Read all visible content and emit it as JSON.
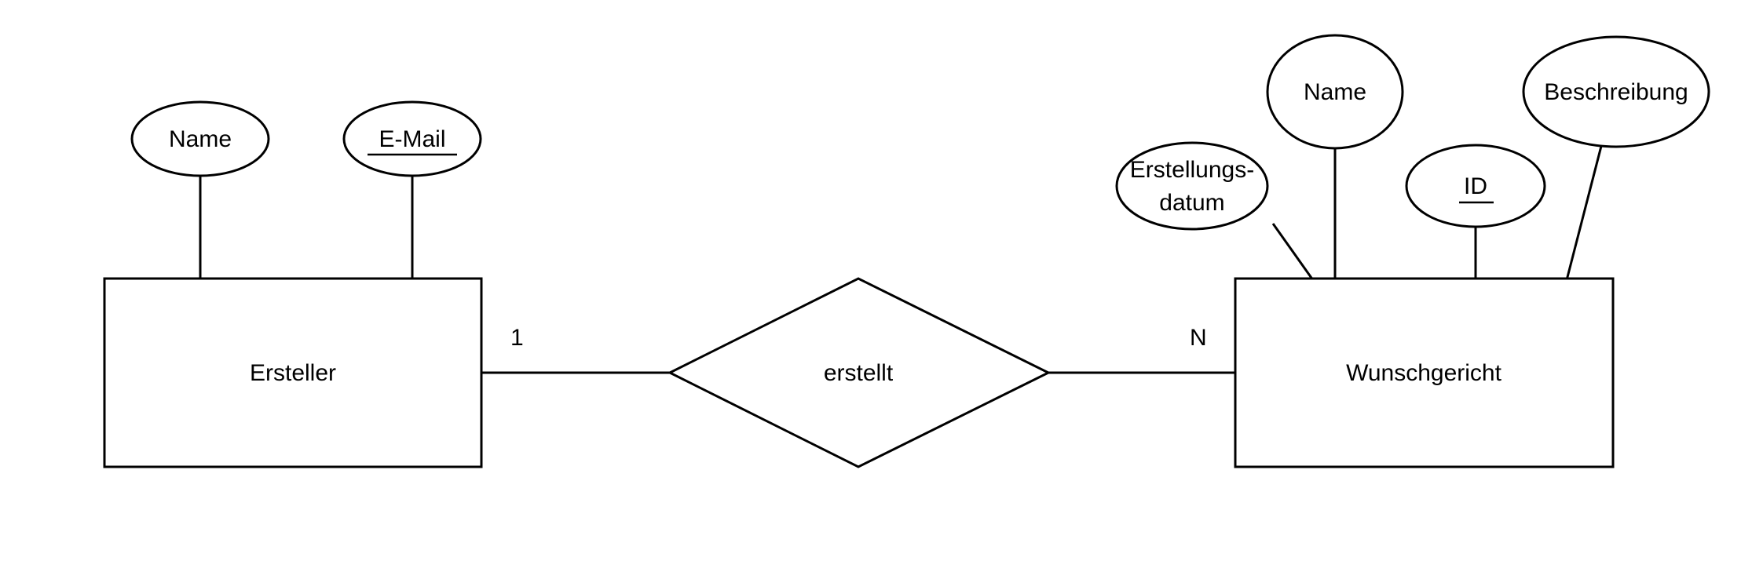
{
  "diagram": {
    "title": "ER-Diagramm Ersteller / Wunschgericht",
    "notation": "Chen",
    "background_color": "#ffffff",
    "line_color": "#000000"
  },
  "entities": [
    {
      "id": "ersteller",
      "label": "Ersteller"
    },
    {
      "id": "wunschgericht",
      "label": "Wunschgericht"
    }
  ],
  "relationships": [
    {
      "id": "erstellt",
      "label": "erstellt",
      "from": "Ersteller",
      "to": "Wunschgericht",
      "cardinality_left": "1",
      "cardinality_right": "N"
    }
  ],
  "attributes": [
    {
      "id": "ersteller-name",
      "label": "Name",
      "owner": "Ersteller",
      "is_key": false
    },
    {
      "id": "ersteller-email",
      "label": "E-Mail",
      "owner": "Ersteller",
      "is_key": true
    },
    {
      "id": "wg-erstellungsdatum",
      "label": "Erstellungs-datum",
      "line1": "Erstellungs-",
      "line2": "datum",
      "owner": "Wunschgericht",
      "is_key": false
    },
    {
      "id": "wg-name",
      "label": "Name",
      "owner": "Wunschgericht",
      "is_key": false
    },
    {
      "id": "wg-id",
      "label": "ID",
      "owner": "Wunschgericht",
      "is_key": true
    },
    {
      "id": "wg-beschreibung",
      "label": "Beschreibung",
      "owner": "Wunschgericht",
      "is_key": false
    }
  ],
  "labels": {
    "ersteller_entity": "Ersteller",
    "wunschgericht_entity": "Wunschgericht",
    "relationship": "erstellt",
    "cardinality_one": "1",
    "cardinality_n": "N",
    "attr_ersteller_name": "Name",
    "attr_ersteller_email": "E-Mail",
    "attr_wg_datum_line1": "Erstellungs-",
    "attr_wg_datum_line2": "datum",
    "attr_wg_name": "Name",
    "attr_wg_id": "ID",
    "attr_wg_beschreibung": "Beschreibung"
  }
}
